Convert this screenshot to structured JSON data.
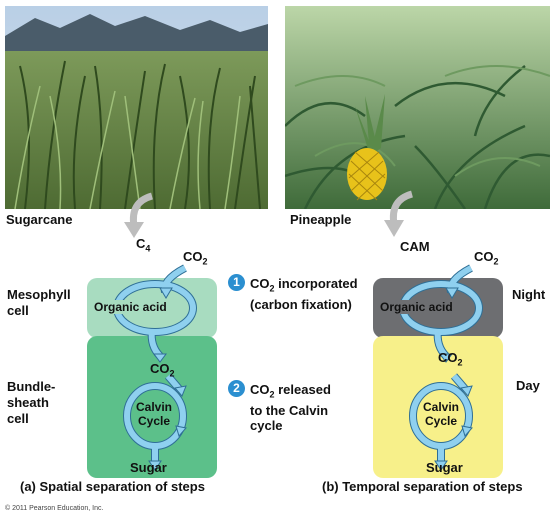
{
  "photos": {
    "left_label": "Sugarcane",
    "right_label": "Pineapple"
  },
  "pathways": {
    "left_type_main": "C",
    "left_type_sub": "4",
    "right_type": "CAM",
    "co2_main": "CO",
    "co2_sub": "2"
  },
  "left_diagram": {
    "row1_label": "Mesophyll\ncell",
    "row2_label": "Bundle-\nsheath\ncell",
    "organic_acid": "Organic acid",
    "calvin_cycle": "Calvin\nCycle",
    "sugar": "Sugar",
    "caption": "(a) Spatial separation of steps"
  },
  "right_diagram": {
    "row1_label": "Night",
    "row2_label": "Day",
    "organic_acid": "Organic acid",
    "calvin_cycle": "Calvin\nCycle",
    "sugar": "Sugar",
    "caption": "(b) Temporal separation of steps"
  },
  "steps": [
    {
      "number": "1",
      "text_sub_prefix": "CO",
      "text_sub": "2",
      "text_rest": " incorporated",
      "line2": "(carbon fixation)"
    },
    {
      "number": "2",
      "text_sub_prefix": "CO",
      "text_sub": "2",
      "text_rest": " released",
      "line2": "to the Calvin",
      "line3": "cycle"
    }
  ],
  "copyright": "© 2011 Pearson Education, Inc.",
  "colors": {
    "mesophyll": "#a8dcc0",
    "bundle_sheath": "#5cc08a",
    "night": "#6d6e71",
    "day": "#f7f08a",
    "arrow_blue": "#7fc8ea",
    "badge_blue": "#2b8fd0"
  }
}
